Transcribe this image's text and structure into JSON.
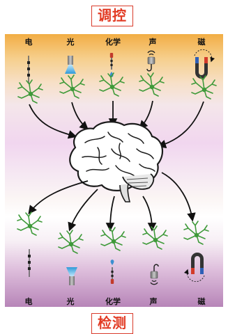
{
  "titles": {
    "top": "调控",
    "bottom": "检测"
  },
  "top_labels": [
    "电",
    "光",
    "化学",
    "声",
    "磁"
  ],
  "bottom_labels": [
    "电",
    "光",
    "化学",
    "声",
    "磁"
  ],
  "colors": {
    "title_red": "#e23b24",
    "neuron_green": "#3f9a3a",
    "panel_top": "#f2ad44",
    "panel_bottom": "#b785b8"
  },
  "icons": {
    "modalities": [
      "electrode-icon",
      "light-probe-icon",
      "chemical-pipette-icon",
      "ultrasound-transducer-icon",
      "magnet-icon"
    ],
    "center": "brain-icon",
    "cell": "neuron-icon"
  }
}
